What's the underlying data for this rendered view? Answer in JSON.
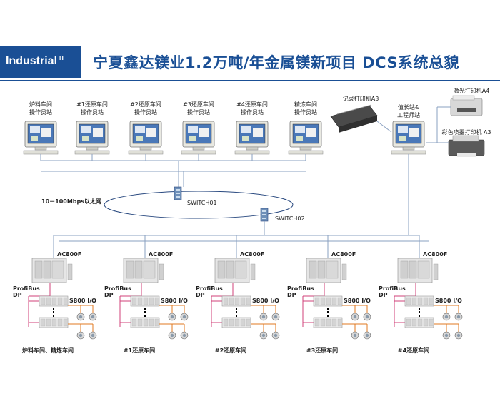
{
  "header": {
    "brand": "Industrial",
    "brand_sup": "IT",
    "title": "宁夏鑫达镁业1.2万吨/年金属镁新项目 DCS系统总貌"
  },
  "stations": [
    {
      "line1": "炉料车间",
      "line2": "操作员站"
    },
    {
      "line1": "#1还原车间",
      "line2": "操作员站"
    },
    {
      "line1": "#2还原车间",
      "line2": "操作员站"
    },
    {
      "line1": "#3还原车间",
      "line2": "操作员站"
    },
    {
      "line1": "#4还原车间",
      "line2": "操作员站"
    },
    {
      "line1": "精炼车间",
      "line2": "操作员站"
    }
  ],
  "engineer_station": {
    "line1": "值长站&",
    "line2": "工程师站"
  },
  "printers": {
    "record": "记录打印机A3",
    "laser": "激光打印机A4",
    "color": "彩色喷墨打印机 A3"
  },
  "network": {
    "ethernet": "10－100Mbps以太网",
    "switch1": "SWITCH01",
    "switch2": "SWITCH02"
  },
  "controllers": [
    {
      "name": "AC800F",
      "bus1": "ProfiBus",
      "bus2": "DP",
      "io": "S800 I/O",
      "area": "炉料车间、精炼车间"
    },
    {
      "name": "AC800F",
      "bus1": "ProfiBus",
      "bus2": "DP",
      "io": "S800 I/O",
      "area": "#1还原车间"
    },
    {
      "name": "AC800F",
      "bus1": "ProfiBus",
      "bus2": "DP",
      "io": "S800 I/O",
      "area": "#2还原车间"
    },
    {
      "name": "AC800F",
      "bus1": "ProfiBus",
      "bus2": "DP",
      "io": "S800 I/O",
      "area": "#3还原车间"
    },
    {
      "name": "AC800F",
      "bus1": "ProfiBus",
      "bus2": "DP",
      "io": "S800 I/O",
      "area": "#4还原车间"
    }
  ]
}
